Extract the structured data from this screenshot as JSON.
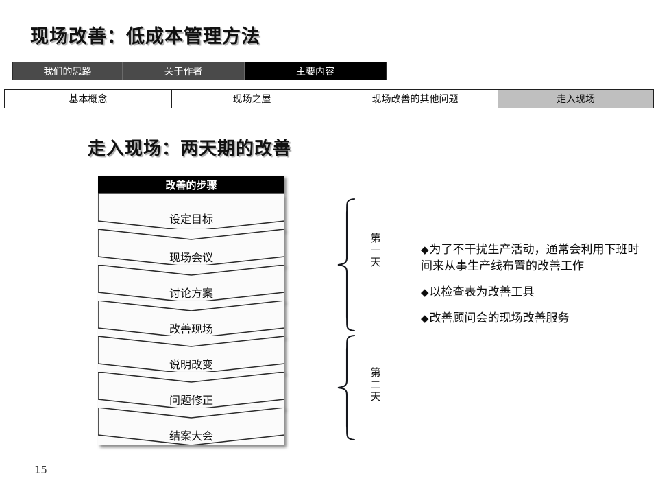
{
  "slide": {
    "title": "现场改善：低成本管理方法",
    "page_number": "15"
  },
  "nav_primary": {
    "items": [
      {
        "label": "我们的思路",
        "active": false
      },
      {
        "label": "关于作者",
        "active": false
      },
      {
        "label": "主要内容",
        "active": true
      }
    ]
  },
  "nav_secondary": {
    "items": [
      {
        "label": "基本概念",
        "active": false
      },
      {
        "label": "现场之屋",
        "active": false
      },
      {
        "label": "现场改善的其他问题",
        "active": false
      },
      {
        "label": "走入现场",
        "active": true
      }
    ]
  },
  "section": {
    "heading": "走入现场：两天期的改善"
  },
  "flow": {
    "header": "改善的步骤",
    "steps": [
      {
        "label": "设定目标"
      },
      {
        "label": "现场会议"
      },
      {
        "label": "讨论方案"
      },
      {
        "label": "改善现场"
      },
      {
        "label": "说明改变"
      },
      {
        "label": "问题修正"
      },
      {
        "label": "结案大会"
      }
    ]
  },
  "groups": [
    {
      "label": "第一天",
      "line1": "第",
      "line2": "一",
      "line3": "天"
    },
    {
      "label": "第二天",
      "line1": "第",
      "line2": "二",
      "line3": "天"
    }
  ],
  "bullets": {
    "marker": "◆",
    "items": [
      "为了不干扰生产活动，通常会利用下班时间来从事生产线布置的改善工作",
      "以检查表为改善工具",
      "改善顾问会的现场改善服务"
    ]
  },
  "colors": {
    "tab_inactive_dark": "#4a4a4a",
    "tab_active_dark": "#000000",
    "tab_active_light": "#bfbfbf",
    "flow_header_bg": "#000000",
    "chevron_fill": "#fbfbfb",
    "text": "#111111"
  }
}
